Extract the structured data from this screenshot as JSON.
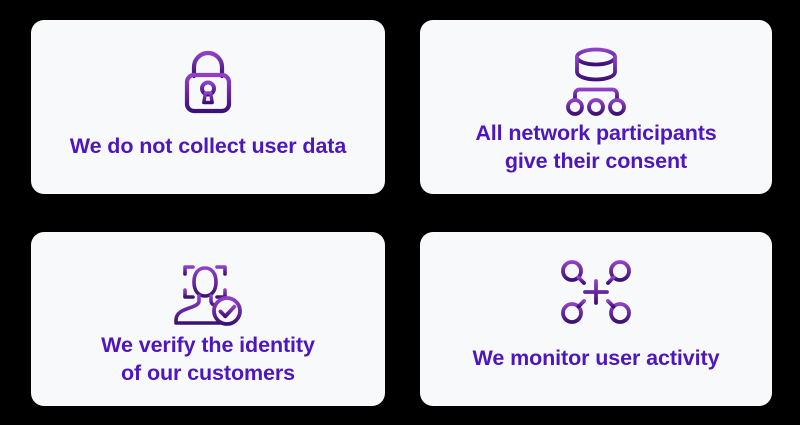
{
  "theme": {
    "background_color": "#000000",
    "card_color": "#f8f9fb",
    "text_color": "#4d17bd",
    "icon_gradient_start": "#9040c8",
    "icon_gradient_end": "#3d1173"
  },
  "cards": [
    {
      "id": "no-data-collection",
      "icon": "lock-icon",
      "label": "We do not collect user data"
    },
    {
      "id": "participant-consent",
      "icon": "database-network-icon",
      "label": "All network participants\ngive their consent"
    },
    {
      "id": "identity-verification",
      "icon": "face-id-verified-icon",
      "label": "We verify the identity\nof our customers"
    },
    {
      "id": "activity-monitoring",
      "icon": "network-nodes-plus-icon",
      "label": "We monitor user activity"
    }
  ]
}
